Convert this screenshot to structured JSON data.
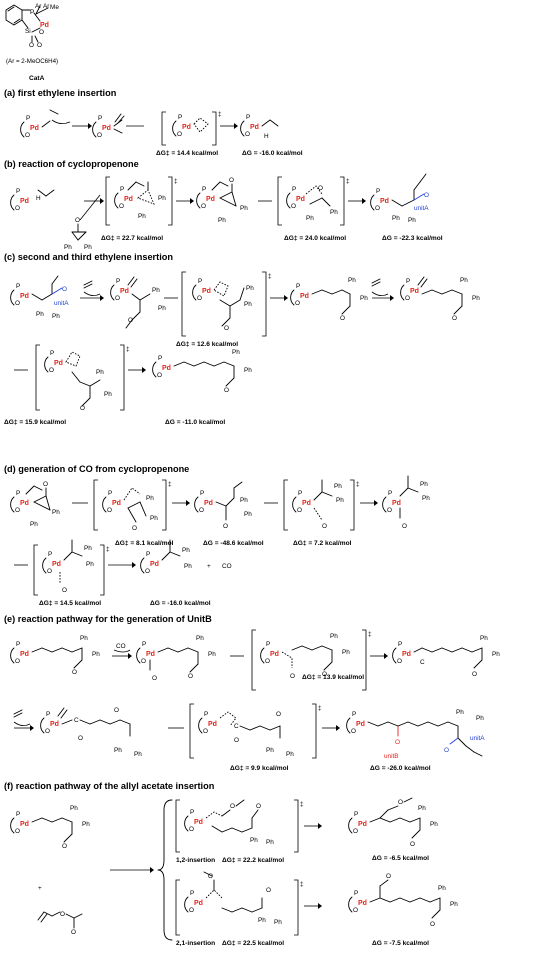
{
  "catalyst": {
    "ar_label": "Ar",
    "me_label": "Me",
    "p_label": "P",
    "si_label": "Si",
    "o_label": "O",
    "pd_label": "Pd",
    "ar_definition": "(Ar = 2-MeOC6H4)",
    "name": "CatA"
  },
  "sections": [
    {
      "id": "a",
      "title": "(a) first ethylene insertion"
    },
    {
      "id": "b",
      "title": "(b) reaction of cyclopropenone"
    },
    {
      "id": "c",
      "title": "(c) second and third ethylene insertion"
    },
    {
      "id": "d",
      "title": "(d) generation of CO from cyclopropenone"
    },
    {
      "id": "e",
      "title": "(e) reaction pathway for the generation of UnitB"
    },
    {
      "id": "f",
      "title": "(f) reaction pathway of the allyl acetate insertion"
    }
  ],
  "energies": {
    "a1": "ΔG‡ = 14.4 kcal/mol",
    "a2": "ΔG = -16.0 kcal/mol",
    "b1": "ΔG‡ = 22.7 kcal/mol",
    "b2": "ΔG‡ = 24.0 kcal/mol",
    "b3": "ΔG = -22.3 kcal/mol",
    "c1": "ΔG‡ = 12.6 kcal/mol",
    "c2": "ΔG‡ = 15.9 kcal/mol",
    "c3": "ΔG = -11.0 kcal/mol",
    "d1": "ΔG‡ = 8.1 kcal/mol",
    "d2": "ΔG = -48.6 kcal/mol",
    "d3": "ΔG‡ = 7.2 kcal/mol",
    "d4": "ΔG‡ = 14.5 kcal/mol",
    "d5": "ΔG = -16.0 kcal/mol",
    "e1": "ΔG‡ = 13.9 kcal/mol",
    "e2": "ΔG‡ = 9.9 kcal/mol",
    "e3": "ΔG = -26.0 kcal/mol",
    "f1": "ΔG‡ = 22.2 kcal/mol",
    "f2": "ΔG = -6.5 kcal/mol",
    "f3": "ΔG‡ = 22.5 kcal/mol",
    "f4": "ΔG = -7.5 kcal/mol"
  },
  "labels": {
    "unitA": "unitA",
    "unitB": "unitB",
    "co": "CO",
    "plus": "+",
    "dagger": "‡",
    "ph": "Ph",
    "h": "H",
    "c": "C",
    "o": "O",
    "insertion_12": "1,2-insertion",
    "insertion_21": "2,1-insertion"
  },
  "colors": {
    "pd": "#e1251b",
    "unitA": "#1f3fd6",
    "unitB": "#e1251b",
    "ink": "#000000"
  }
}
